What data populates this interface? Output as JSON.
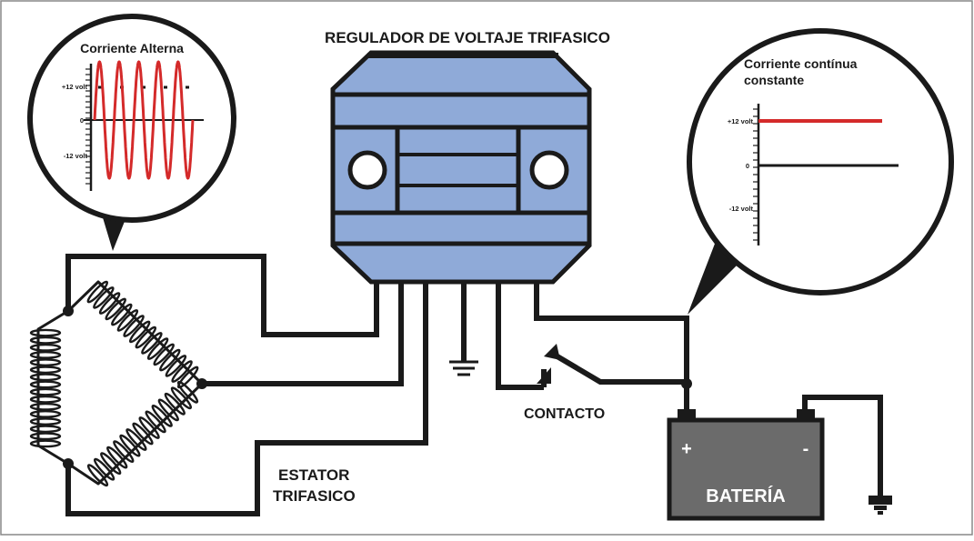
{
  "title": "REGULADOR DE VOLTAJE TRIFASICO",
  "ac_panel": {
    "title": "Corriente Alterna",
    "plus_label": "+12 volt",
    "zero_label": "0",
    "minus_label": "-12 volt"
  },
  "dc_panel": {
    "title_line1": "Corriente contínua",
    "title_line2": "constante",
    "plus_label": "+12 volt",
    "zero_label": "0",
    "minus_label": "-12 volt"
  },
  "stator_label_line1": "ESTATOR",
  "stator_label_line2": "TRIFASICO",
  "switch_label": "CONTACTO",
  "battery": {
    "label": "BATERÍA",
    "plus": "+",
    "minus": "-"
  },
  "colors": {
    "regulator_fill": "#8faad8",
    "battery_fill": "#6b6b6b",
    "signal_red": "#d42a2a",
    "wire": "#1a1a1a"
  }
}
